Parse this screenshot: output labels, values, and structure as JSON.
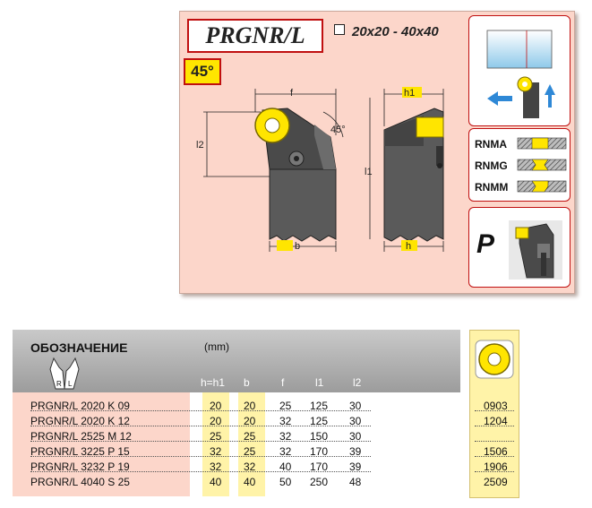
{
  "panel": {
    "title": "PRGNR/L",
    "size_range": "20x20 - 40x40",
    "angle": "45°",
    "dimension_labels": {
      "f": "f",
      "h1_top": "h1",
      "l2": "l2",
      "angle_mark": "45°",
      "l1": "l1",
      "b": "b",
      "h": "h"
    },
    "inserts": [
      "RNMA",
      "RNMG",
      "RNMM"
    ],
    "material_letter": "P"
  },
  "table": {
    "title": "ОБОЗНАЧЕНИЕ",
    "unit": "(mm)",
    "hand_labels": {
      "r": "R",
      "l": "L"
    },
    "columns": [
      "h=h1",
      "b",
      "f",
      "l1",
      "l2"
    ],
    "rows": [
      {
        "code": "PRGNR/L 2020  K  09",
        "h": "20",
        "b": "20",
        "f": "25",
        "l1": "125",
        "l2": "30",
        "insert": "0903"
      },
      {
        "code": "PRGNR/L 2020  K  12",
        "h": "20",
        "b": "20",
        "f": "32",
        "l1": "125",
        "l2": "30",
        "insert": "1204"
      },
      {
        "code": "PRGNR/L 2525  M  12",
        "h": "25",
        "b": "25",
        "f": "32",
        "l1": "150",
        "l2": "30",
        "insert": ""
      },
      {
        "code": "PRGNR/L 3225  P  15",
        "h": "32",
        "b": "25",
        "f": "32",
        "l1": "170",
        "l2": "39",
        "insert": "1506"
      },
      {
        "code": "PRGNR/L 3232  P  19",
        "h": "32",
        "b": "32",
        "f": "40",
        "l1": "170",
        "l2": "39",
        "insert": "1906"
      },
      {
        "code": "PRGNR/L 4040  S  25",
        "h": "40",
        "b": "40",
        "f": "50",
        "l1": "250",
        "l2": "48",
        "insert": "2509"
      }
    ]
  },
  "colors": {
    "panel_bg": "#fcd6ca",
    "accent_red": "#c01010",
    "insert_yellow": "#ffe500",
    "table_highlight": "#fff3a8"
  }
}
